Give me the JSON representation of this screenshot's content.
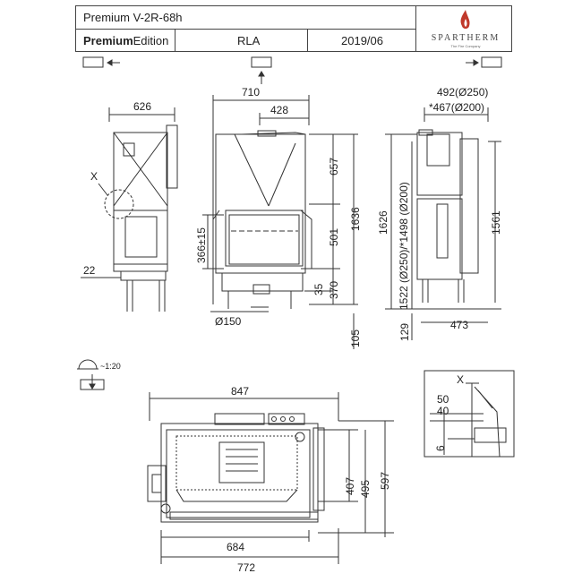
{
  "header": {
    "model": "Premium V-2R-68h",
    "edition_bold": "Premium",
    "edition_rest": "Edition",
    "variant": "RLA",
    "date": "2019/06",
    "brand": "SPARTHERM",
    "brand_tag": "The Fire Company"
  },
  "scale": "~1:20",
  "dims": {
    "left_width": "626",
    "x_marker": "X",
    "left_22": "22",
    "front_width": "710",
    "front_428": "428",
    "h657": "657",
    "h1636": "1636",
    "h501": "501",
    "h366": "366±15",
    "h35": "35",
    "h370": "370",
    "d150": "Ø150",
    "h105": "105",
    "side_492": "492(Ø250)",
    "side_467": "*467(Ø200)",
    "h1626": "1626",
    "h1522": "1522 (Ø250)/*1498 (Ø200)",
    "h1561": "1561",
    "h129": "129",
    "w473": "473",
    "plan_847": "847",
    "plan_407": "407",
    "plan_495": "495",
    "plan_597": "597",
    "plan_684": "684",
    "plan_772": "772",
    "detail_x": "X",
    "detail_50": "50",
    "detail_40": "40",
    "detail_6": "6"
  }
}
